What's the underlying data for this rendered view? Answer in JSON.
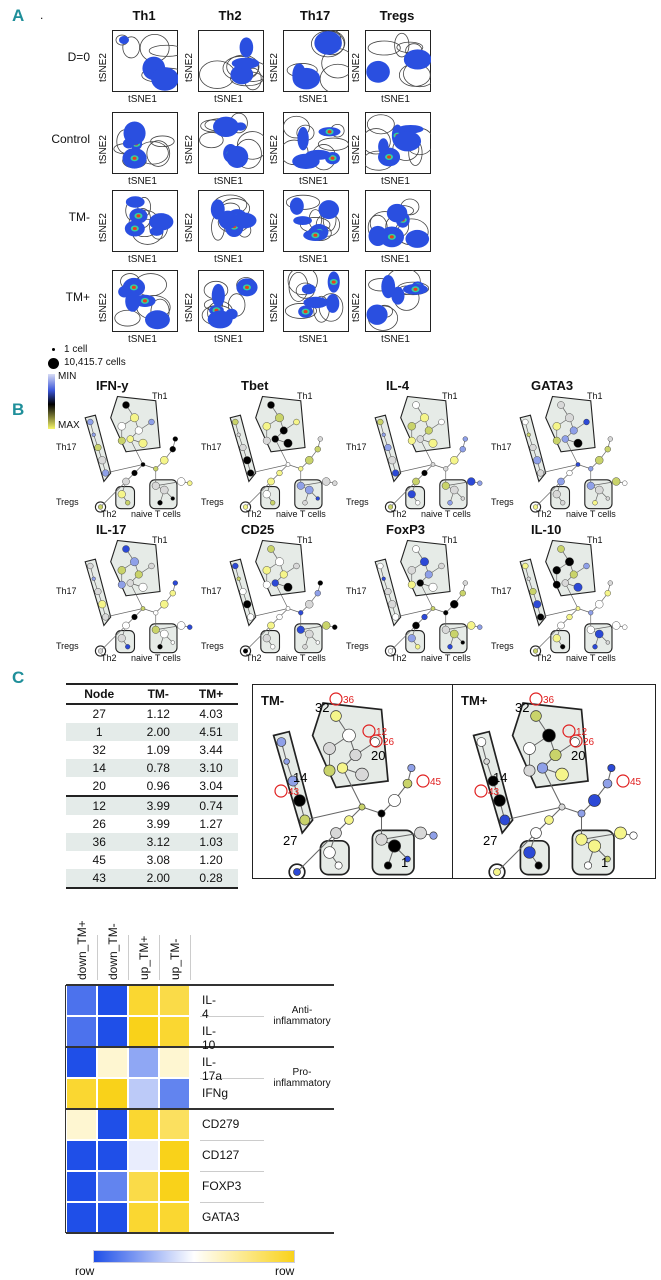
{
  "panel_a": {
    "label": "A",
    "dot": ".",
    "columns": [
      "Th1",
      "Th2",
      "Th17",
      "Tregs"
    ],
    "rows": [
      "D=0",
      "Control",
      "TM-",
      "TM+"
    ],
    "x_axis": "tSNE1",
    "y_axis": "tSNE2"
  },
  "panel_b": {
    "label": "B",
    "legend": {
      "small": "1 cell",
      "large": "10,415.7 cells",
      "min": "MIN",
      "max": "MAX"
    },
    "markers": [
      "IFN-y",
      "Tbet",
      "IL-4",
      "GATA3",
      "IL-17",
      "CD25",
      "FoxP3",
      "IL-10"
    ],
    "populations": {
      "th1": "Th1",
      "th17": "Th17",
      "tregs": "Tregs",
      "th2": "Th2",
      "naive": "naive T cells"
    }
  },
  "panel_c": {
    "label": "C",
    "table": {
      "headers": [
        "Node",
        "TM-",
        "TM+"
      ],
      "rows": [
        [
          "27",
          "1.12",
          "4.03"
        ],
        [
          "1",
          "2.00",
          "4.51"
        ],
        [
          "32",
          "1.09",
          "3.44"
        ],
        [
          "14",
          "0.78",
          "3.10"
        ],
        [
          "20",
          "0.96",
          "3.04"
        ],
        [
          "12",
          "3.99",
          "0.74"
        ],
        [
          "26",
          "3.99",
          "1.27"
        ],
        [
          "36",
          "3.12",
          "1.03"
        ],
        [
          "45",
          "3.08",
          "1.20"
        ],
        [
          "43",
          "2.00",
          "0.28"
        ]
      ]
    },
    "networks": [
      {
        "title": "TM-"
      },
      {
        "title": "TM+"
      }
    ],
    "node_labels": {
      "n32": "32",
      "n36": "36",
      "n20": "20",
      "n12": "12",
      "n26": "26",
      "n45": "45",
      "n14": "14",
      "n43": "43",
      "n27": "27",
      "n1": "1"
    }
  },
  "chart_data": {
    "type": "heatmap",
    "columns": [
      "down_TM+",
      "down_TM-",
      "up_TM+",
      "up_TM-"
    ],
    "rows": [
      "IL-4",
      "IL-10",
      "IL-17a",
      "IFNg",
      "CD279",
      "CD127",
      "FOXP3",
      "GATA3"
    ],
    "values": [
      [
        0.1,
        0,
        0.95,
        0.9
      ],
      [
        0.1,
        0,
        1,
        0.95
      ],
      [
        0,
        0.6,
        0.25,
        0.6
      ],
      [
        0.95,
        1,
        0.35,
        0.15
      ],
      [
        0.6,
        0,
        0.95,
        0.85
      ],
      [
        0,
        0,
        0.45,
        1
      ],
      [
        0,
        0.15,
        0.9,
        1
      ],
      [
        0,
        0,
        0.95,
        0.95
      ]
    ],
    "groups": [
      {
        "label_1": "Anti-",
        "label_2": "inflammatory"
      },
      {
        "label_1": "Pro-",
        "label_2": "inflammatory"
      }
    ],
    "colorbar": {
      "min_label": "row min",
      "max_label": "row max",
      "min_color": "#1f4fe8",
      "mid_color": "#ffffff",
      "max_color": "#f9d21a"
    }
  }
}
